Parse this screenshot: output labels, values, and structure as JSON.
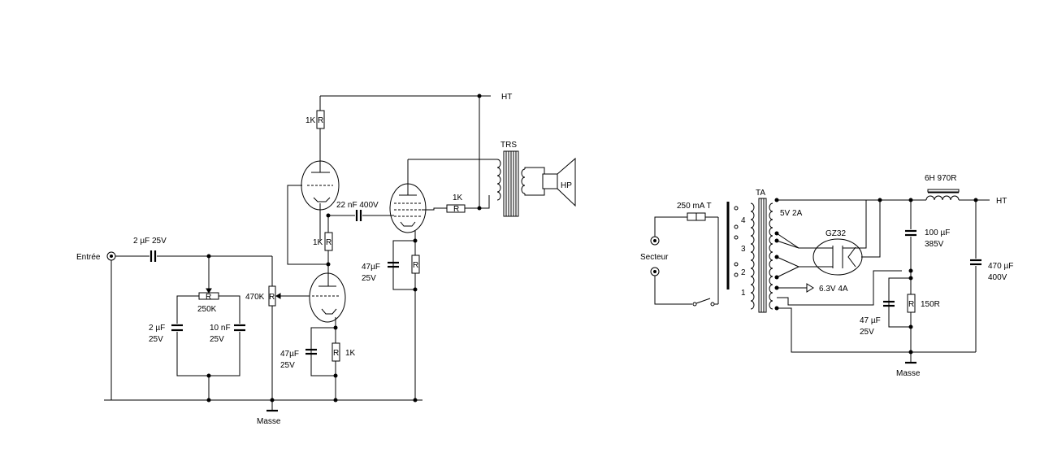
{
  "amplifier": {
    "input_label": "Entrée",
    "input_cap": "2 µF 25V",
    "pot_250k_letter": "R",
    "pot_250k": "250K",
    "cap_2uf_a": "2 µF",
    "cap_2uf_b": "25V",
    "cap_10nf_a": "10 nF",
    "cap_10nf_b": "25V",
    "pot_470k": "470K",
    "pot_470k_letter": "R",
    "r_plate_value": "1K",
    "r_plate_letter": "R",
    "r_mid_value": "1K",
    "r_mid_letter": "R",
    "c_coupling": "22 nF 400V",
    "r_grid_value": "1K",
    "r_grid_letter": "R",
    "c_cathode1_a": "47µF",
    "c_cathode1_b": "25V",
    "r_cathode1_letter": "R",
    "r_cathode1_value": "1K",
    "c_cathode2_a": "47µF",
    "c_cathode2_b": "25V",
    "r_cathode2_letter": "R",
    "output_transformer": "TRS",
    "speaker": "HP",
    "ht_label": "HT",
    "ground_label": "Masse"
  },
  "power_supply": {
    "fuse": "250 mA T",
    "mains_label": "Secteur",
    "transformer": "TA",
    "winding_4": "4",
    "winding_3": "3",
    "winding_2": "2",
    "winding_1": "1",
    "sec_5v": "5V 2A",
    "rectifier": "GZ32",
    "heater": "6.3V 4A",
    "choke": "6H 970R",
    "ht_label": "HT",
    "c_100_a": "100 µF",
    "c_100_b": "385V",
    "c_470_a": "470 µF",
    "c_470_b": "400V",
    "c_47_a": "47 µF",
    "c_47_b": "25V",
    "r_150_letter": "R",
    "r_150": "150R",
    "ground_label": "Masse"
  }
}
